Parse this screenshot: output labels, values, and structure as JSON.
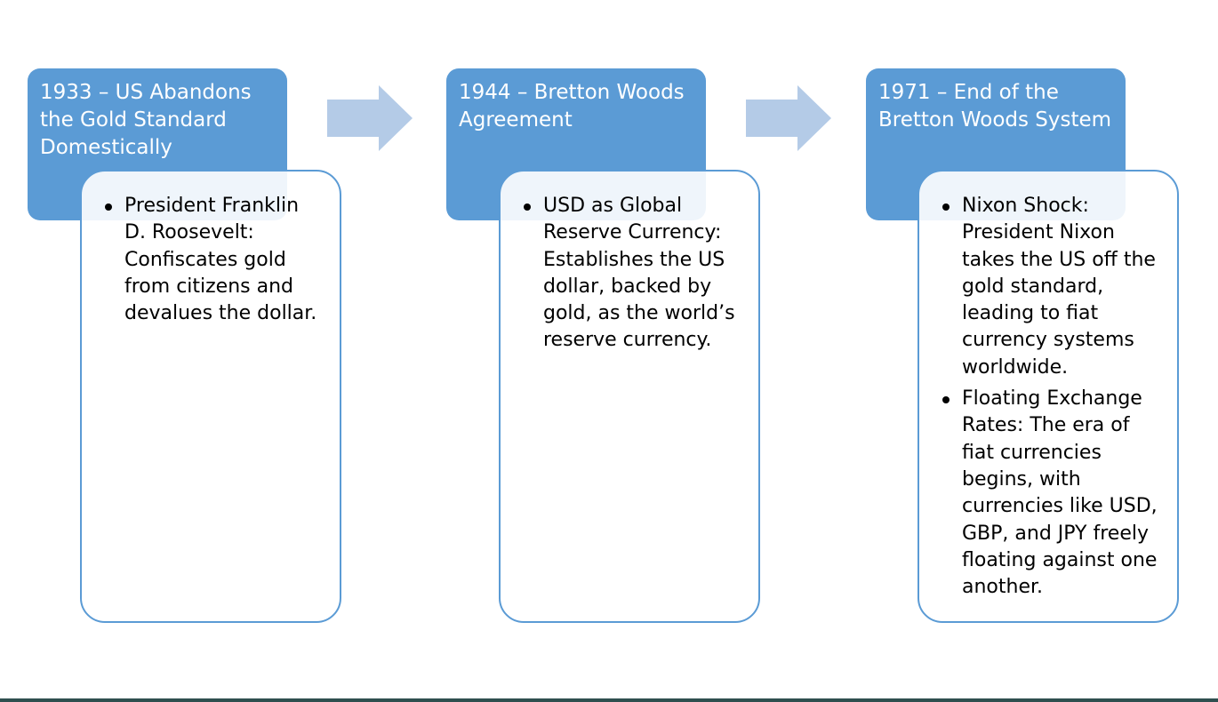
{
  "colors": {
    "header_fill": "#5b9bd5",
    "box_border": "#5b9bd5",
    "arrow_fill": "#b4cbe7",
    "footer_line": "#2f4f4f"
  },
  "timeline": [
    {
      "header": "1933 – US Abandons\nthe Gold Standard\nDomestically",
      "bullets": [
        "President Franklin D. Roosevelt: Confiscates gold from citizens and devalues the dollar."
      ]
    },
    {
      "header": "1944 – Bretton Woods\nAgreement",
      "bullets": [
        "USD as Global Reserve Currency: Establishes the US dollar, backed by gold, as the world’s reserve currency."
      ]
    },
    {
      "header": "1971 – End of the\nBretton Woods System",
      "bullets": [
        "Nixon Shock: President Nixon takes the US off the gold standard, leading to fiat currency systems worldwide.",
        "Floating Exchange Rates: The era of fiat currencies begins, with currencies like USD, GBP, and JPY freely floating against one another."
      ]
    }
  ],
  "icons": {
    "arrow": "right-arrow-icon"
  }
}
